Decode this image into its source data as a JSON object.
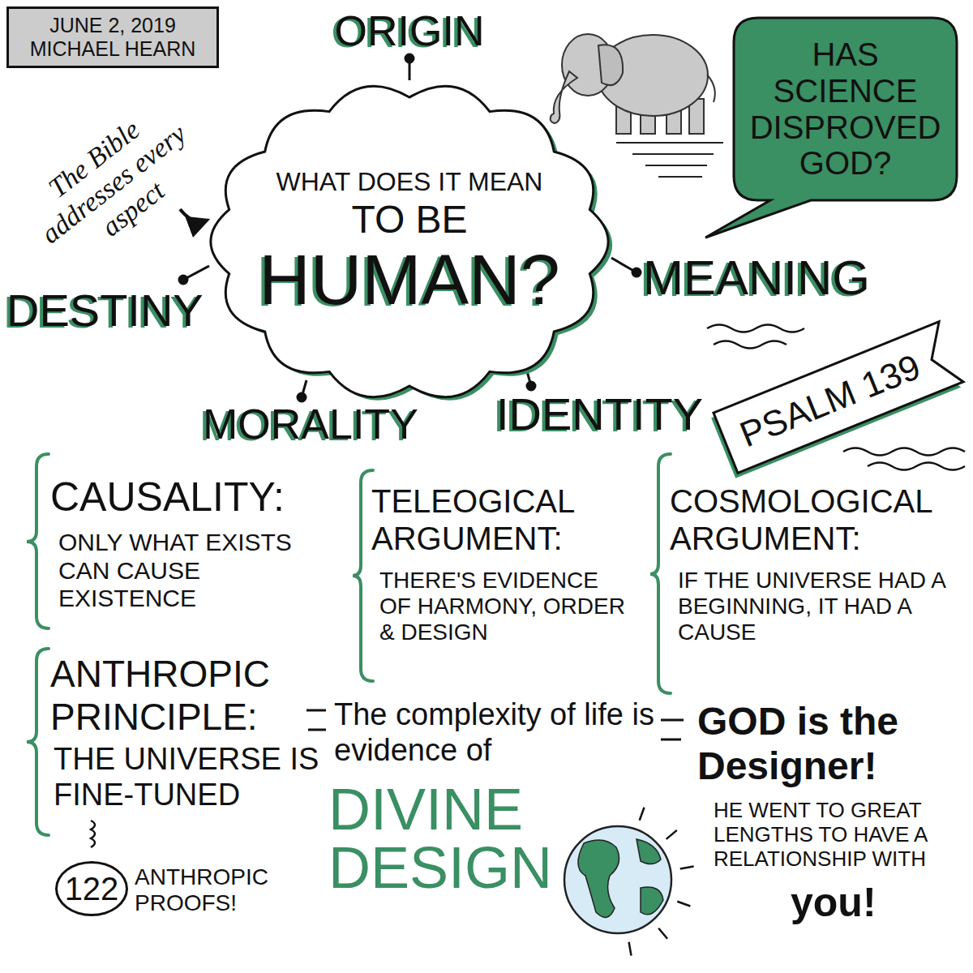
{
  "diagram": {
    "nodes": [
      {
        "text": [
          "JUNE 2, 2019 MICHAEL HEARN"
        ]
      },
      {
        "text": [
          "WHAT DOES IT MEAN",
          "TO BE",
          "HUMAN?"
        ]
      },
      {
        "text": [
          "HAS SCIENCE DISPROVED GOD?"
        ]
      },
      {
        "text": [
          "PSALM 139"
        ]
      },
      {
        "text": [
          "122"
        ]
      }
    ],
    "labels": [
      "ORIGIN",
      "The Bible addresses every aspect",
      "DESTINY",
      "MEANING",
      "MORALITY",
      "IDENTITY",
      "CAUSALITY:",
      "ONLY WHAT EXISTS CAN CAUSE EXISTENCE",
      "TELEOGICAL ARGUMENT:",
      "THERE'S EVIDENCE OF HARMONY, ORDER & DESIGN",
      "COSMOLOGICAL ARGUMENT:",
      "IF THE UNIVERSE HAD A BEGINNING, IT HAD A CAUSE",
      "ANTHROPIC PRINCIPLE:",
      "THE UNIVERSE IS FINE-TUNED",
      "ANTHROPIC PROOFS!",
      "The complexity of life is evidence of",
      "DIVINE DESIGN",
      "GOD is the Designer!",
      "HE WENT TO GREAT LENGTHS TO HAVE A RELATIONSHIP WITH",
      "you!"
    ]
  }
}
